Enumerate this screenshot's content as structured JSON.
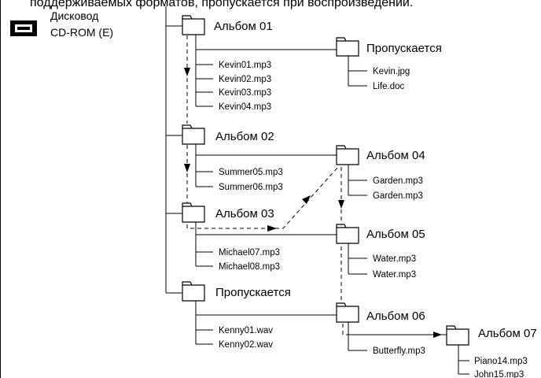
{
  "header": {
    "text": "поддерживаемых форматов, пропускается при воспроизведении."
  },
  "drive": {
    "icon": "cd-drive-icon",
    "line1": "Дисковод",
    "line2": "CD-ROM (E)"
  },
  "folders": {
    "album01": "Альбом 01",
    "skipped1": "Пропускается",
    "album02": "Альбом 02",
    "album04": "Альбом 04",
    "album03": "Альбом 03",
    "album05": "Альбом 05",
    "skipped2": "Пропускается",
    "album06": "Альбом 06",
    "album07": "Альбом 07"
  },
  "files": {
    "album01": [
      "Kevin01.mp3",
      "Kevin02.mp3",
      "Kevin03.mp3",
      "Kevin04.mp3"
    ],
    "skipped1": [
      "Kevin.jpg",
      "Life.doc"
    ],
    "album02": [
      "Summer05.mp3",
      "Summer06.mp3"
    ],
    "album04": [
      "Garden.mp3",
      "Garden.mp3"
    ],
    "album03": [
      "Michael07.mp3",
      "Michael08.mp3"
    ],
    "album05": [
      "Water.mp3",
      "Water.mp3"
    ],
    "skipped2": [
      "Kenny01.wav",
      "Kenny02.wav"
    ],
    "album06": [
      "Butterfly.mp3"
    ],
    "album07": [
      "Piano14.mp3",
      "John15.mp3"
    ]
  }
}
